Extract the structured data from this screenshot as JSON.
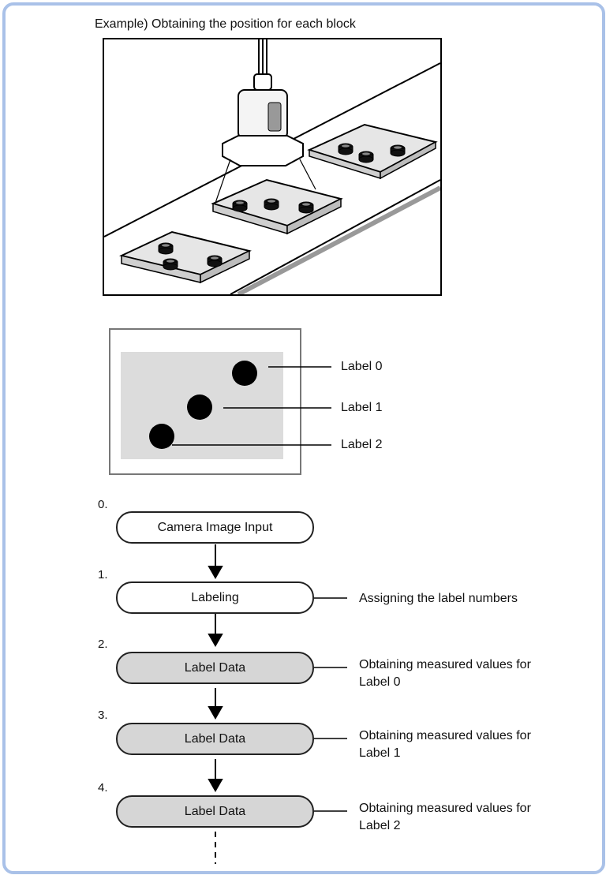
{
  "caption": "Example) Obtaining the position for each block",
  "image_labels": [
    "Label 0",
    "Label 1",
    "Label 2"
  ],
  "steps": [
    {
      "num": "0.",
      "label": "Camera Image Input",
      "fill": "white",
      "desc": ""
    },
    {
      "num": "1.",
      "label": "Labeling",
      "fill": "white",
      "desc": "Assigning the label numbers"
    },
    {
      "num": "2.",
      "label": "Label Data",
      "fill": "gray",
      "desc_line1": "Obtaining measured values for",
      "desc_line2": "Label 0"
    },
    {
      "num": "3.",
      "label": "Label Data",
      "fill": "gray",
      "desc_line1": "Obtaining measured values for",
      "desc_line2": "Label 1"
    },
    {
      "num": "4.",
      "label": "Label Data",
      "fill": "gray",
      "desc_line1": "Obtaining measured values for",
      "desc_line2": "Label 2"
    }
  ],
  "colors": {
    "border": "#a9c1e8",
    "gray_node": "#d6d6d6",
    "image_bg": "#dcdcdc"
  }
}
